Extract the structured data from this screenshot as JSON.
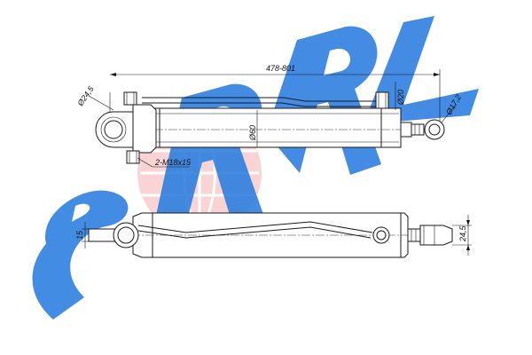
{
  "watermark": {
    "text": "SRRL",
    "color": "#2f7fe0",
    "badge_color": "#f4a9a9"
  },
  "dimensions": {
    "overall_length": "478-801",
    "eye_diameter_left": "Ø24,5",
    "eye_diameter_right": "Ø17,2",
    "rod_diameter": "Ø20",
    "bore_diameter": "Ø60",
    "port_thread": "2-M18x15",
    "width_small": "15",
    "width_right": "24,5"
  }
}
